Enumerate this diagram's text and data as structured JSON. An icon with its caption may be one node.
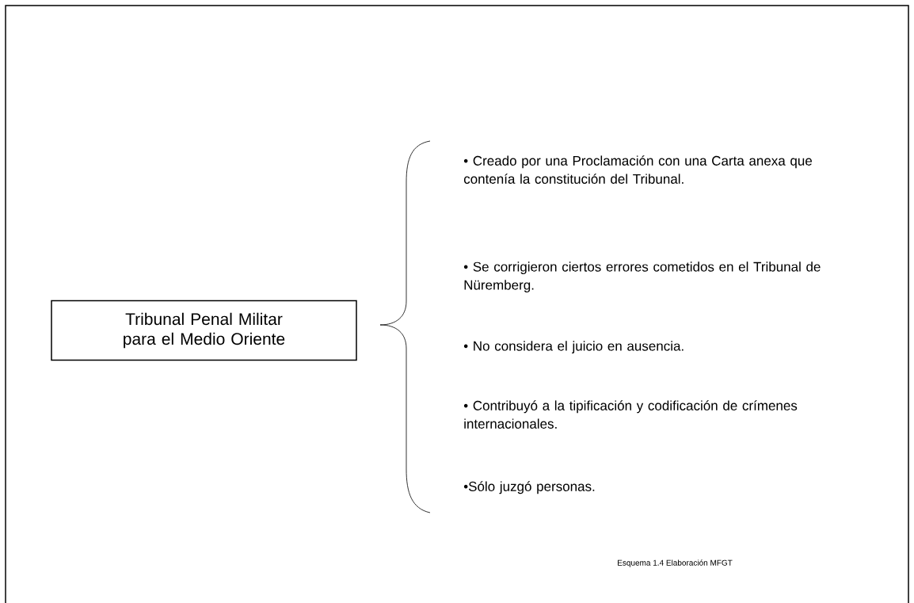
{
  "diagram": {
    "caption": "Esquema 1.4 Elaboración MFGT",
    "nodes": [
      {
        "text": [
          "Tribunal Penal Militar para el Medio Oriente"
        ]
      }
    ],
    "labels": [
      "• Creado por una Proclamación con una Carta anexa que contenía la constitución del Tribunal.",
      "• Se corrigieron ciertos errores cometidos en el Tribunal de Nüremberg.",
      "• No considera el juicio en ausencia.",
      "• Contribuyó a la tipificación y codificación de crímenes internacionales.",
      "•Sólo juzgó personas."
    ]
  }
}
